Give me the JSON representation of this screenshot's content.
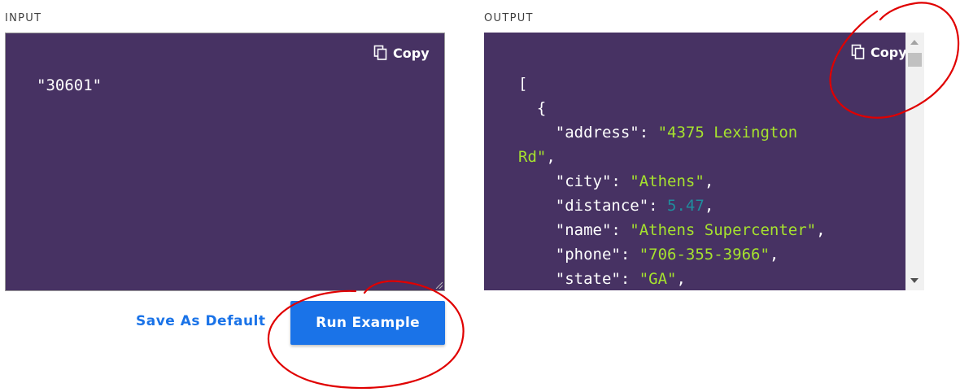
{
  "input": {
    "label": "INPUT",
    "copy_label": "Copy",
    "code": "\"30601\""
  },
  "output": {
    "label": "OUTPUT",
    "copy_label": "Copy",
    "lines": [
      {
        "indent": 0,
        "tokens": [
          {
            "t": "p",
            "v": "["
          }
        ]
      },
      {
        "indent": 1,
        "tokens": [
          {
            "t": "p",
            "v": "{"
          }
        ]
      },
      {
        "indent": 2,
        "tokens": [
          {
            "t": "k",
            "v": "\"address\""
          },
          {
            "t": "p",
            "v": ": "
          },
          {
            "t": "s",
            "v": "\"4375 Lexington"
          }
        ]
      },
      {
        "indent": 0,
        "tokens": [
          {
            "t": "s",
            "v": "Rd\""
          },
          {
            "t": "p",
            "v": ","
          }
        ]
      },
      {
        "indent": 2,
        "tokens": [
          {
            "t": "k",
            "v": "\"city\""
          },
          {
            "t": "p",
            "v": ": "
          },
          {
            "t": "s",
            "v": "\"Athens\""
          },
          {
            "t": "p",
            "v": ","
          }
        ]
      },
      {
        "indent": 2,
        "tokens": [
          {
            "t": "k",
            "v": "\"distance\""
          },
          {
            "t": "p",
            "v": ": "
          },
          {
            "t": "n",
            "v": "5.47"
          },
          {
            "t": "p",
            "v": ","
          }
        ]
      },
      {
        "indent": 2,
        "tokens": [
          {
            "t": "k",
            "v": "\"name\""
          },
          {
            "t": "p",
            "v": ": "
          },
          {
            "t": "s",
            "v": "\"Athens Supercenter\""
          },
          {
            "t": "p",
            "v": ","
          }
        ]
      },
      {
        "indent": 2,
        "tokens": [
          {
            "t": "k",
            "v": "\"phone\""
          },
          {
            "t": "p",
            "v": ": "
          },
          {
            "t": "s",
            "v": "\"706-355-3966\""
          },
          {
            "t": "p",
            "v": ","
          }
        ]
      },
      {
        "indent": 2,
        "tokens": [
          {
            "t": "k",
            "v": "\"state\""
          },
          {
            "t": "p",
            "v": ": "
          },
          {
            "t": "s",
            "v": "\"GA\""
          },
          {
            "t": "p",
            "v": ","
          }
        ]
      }
    ]
  },
  "actions": {
    "save_default_label": "Save As Default",
    "run_example_label": "Run Example"
  },
  "colors": {
    "panel_bg": "#473263",
    "string": "#a6e22e",
    "number": "#1f8e9e",
    "accent": "#1a73e8",
    "annotation": "#e00000"
  },
  "icons": {
    "copy": "copy-icon"
  }
}
